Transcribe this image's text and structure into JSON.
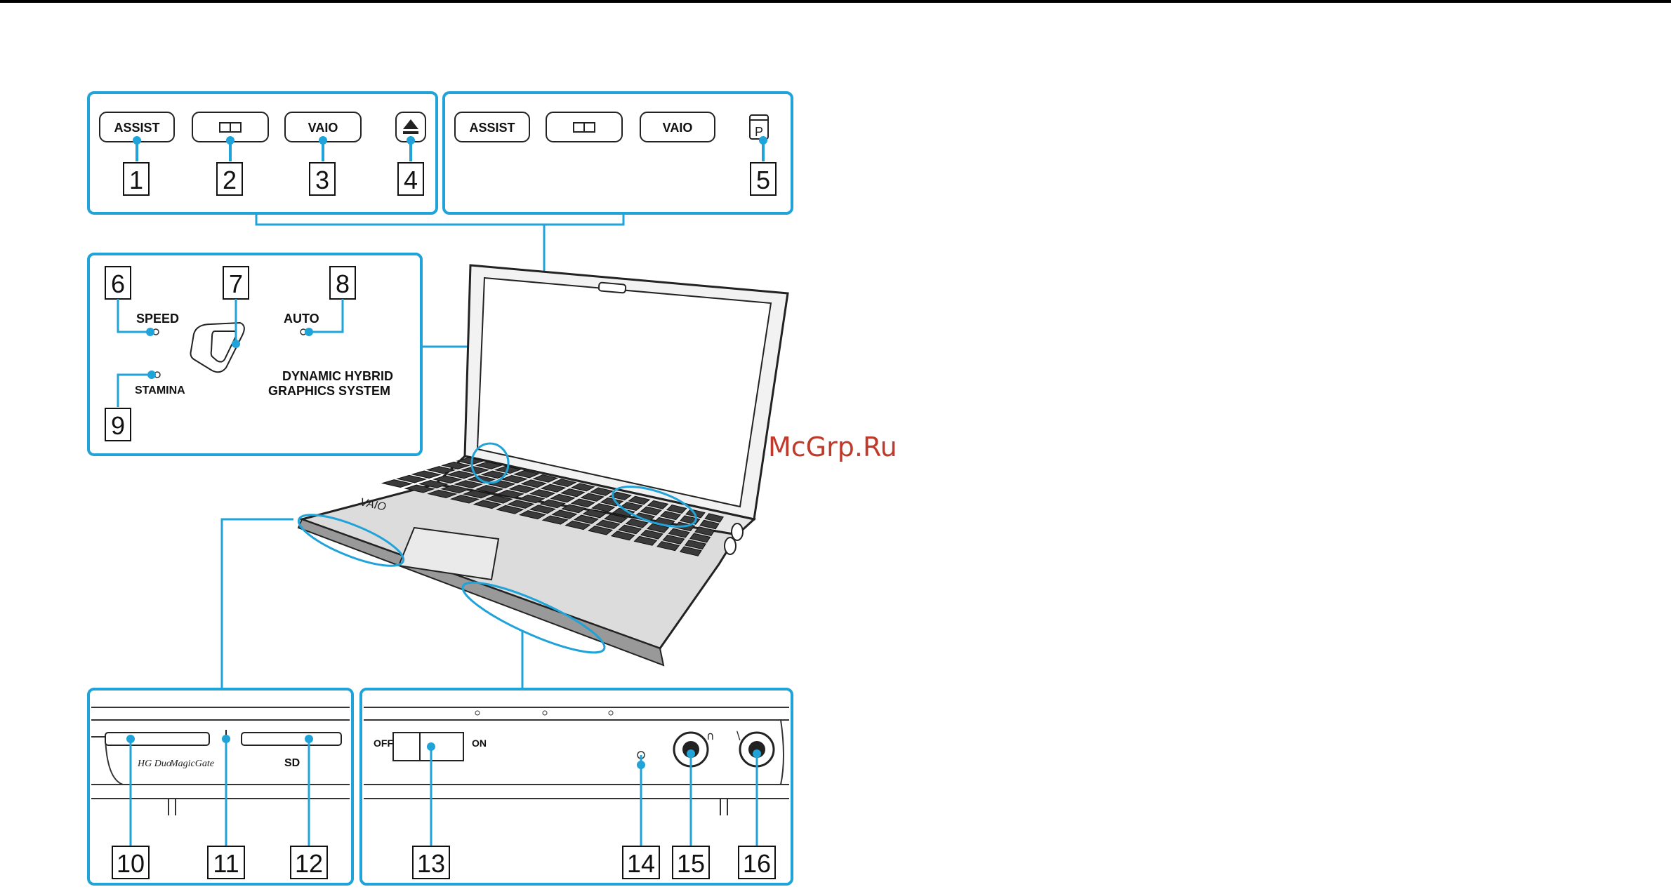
{
  "panel_a": {
    "buttons": [
      "ASSIST",
      "VAIO"
    ],
    "callouts": [
      "1",
      "2",
      "3",
      "4"
    ]
  },
  "panel_b": {
    "buttons": [
      "ASSIST",
      "VAIO"
    ],
    "callouts": [
      "5"
    ]
  },
  "panel_c": {
    "speed": "SPEED",
    "auto": "AUTO",
    "stamina": "STAMINA",
    "system_line1": "DYNAMIC HYBRID",
    "system_line2": "GRAPHICS SYSTEM",
    "callouts": [
      "6",
      "7",
      "8",
      "9"
    ]
  },
  "panel_d": {
    "brand1": "HG Duo",
    "brand2": "MagicGate",
    "sd": "SD",
    "callouts": [
      "10",
      "11",
      "12"
    ]
  },
  "panel_e": {
    "off": "OFF",
    "on": "ON",
    "callouts": [
      "13",
      "14",
      "15",
      "16"
    ]
  },
  "watermark": "McGrp.Ru",
  "colors": {
    "accent": "#1fa3d8",
    "frame": "#1fa3d8",
    "ink": "#111111"
  }
}
